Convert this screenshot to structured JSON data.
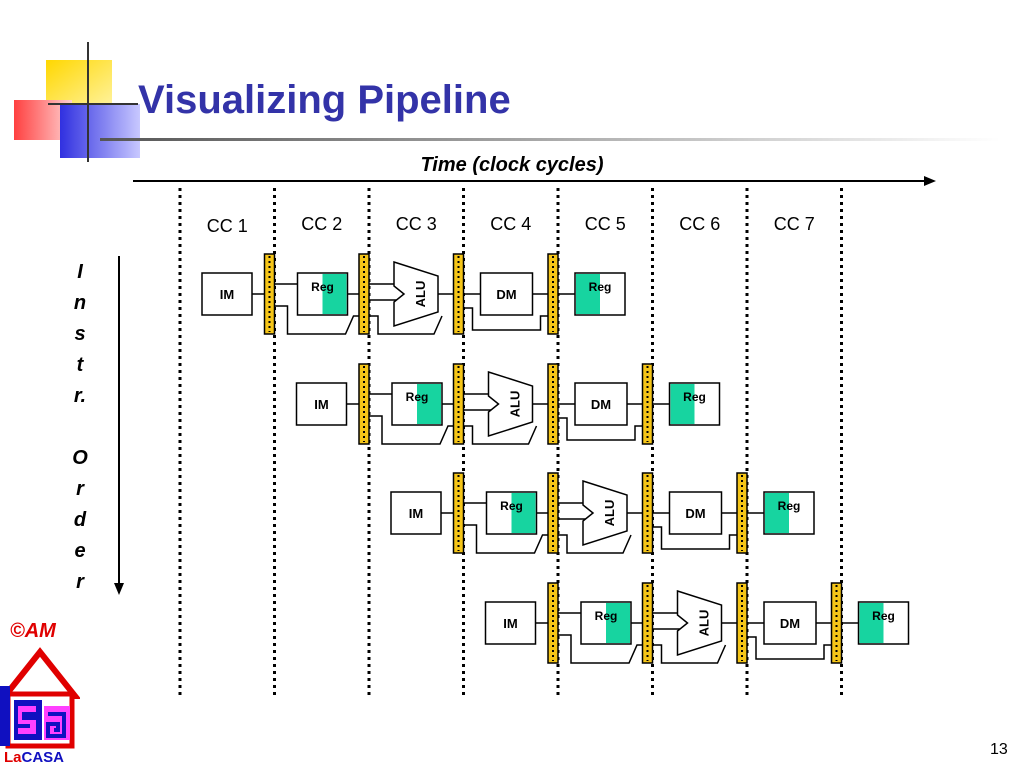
{
  "slide": {
    "title": "Visualizing Pipeline",
    "page_number": "13"
  },
  "timeline": {
    "label": "Time (clock cycles)",
    "cycles": [
      "CC 1",
      "CC 2",
      "CC 3",
      "CC 4",
      "CC 5",
      "CC 6",
      "CC 7"
    ]
  },
  "order_axis": {
    "chars": [
      "I",
      "n",
      "s",
      "t",
      "r.",
      "",
      "O",
      "r",
      "d",
      "e",
      "r"
    ]
  },
  "stages": {
    "fetch": "IM",
    "decode": "Reg",
    "execute": "ALU",
    "memory": "DM",
    "writeback": "Reg"
  },
  "instructions_count": 4,
  "branding": {
    "copyright": "©AM",
    "logo_text_a": "La",
    "logo_text_b": "CASA"
  },
  "colors": {
    "title": "#3333a8",
    "pipeline_register": "#f5c518",
    "register_shade": "#17d4a0",
    "copyright": "#e00000"
  }
}
